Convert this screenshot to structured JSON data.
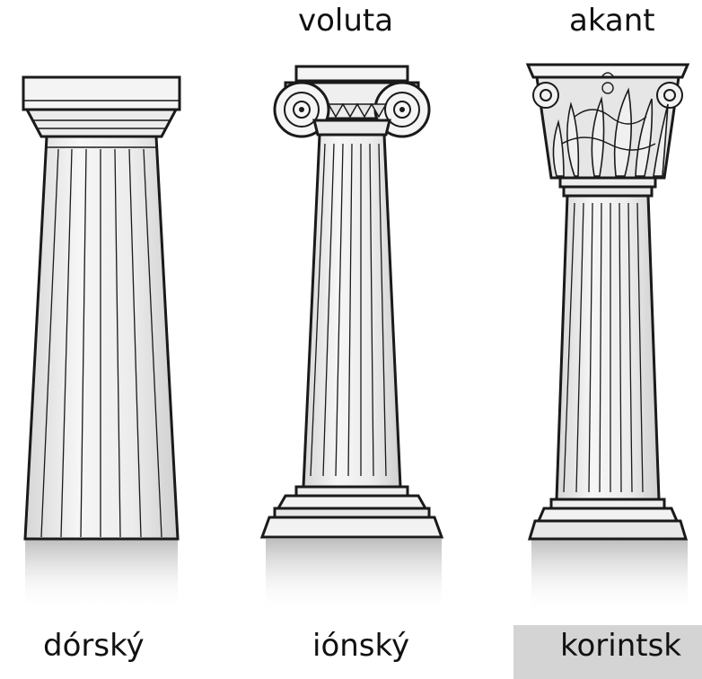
{
  "labels": {
    "top": {
      "voluta": "voluta",
      "akant": "akant"
    },
    "orders": {
      "doric": "dórský",
      "ionic": "iónský",
      "corinthian": "korintsk"
    }
  },
  "colors": {
    "stroke": "#1a1a1a",
    "shaft_light": "#f4f4f4",
    "shaft_shade": "#dcdcdc",
    "shadow": "#c8c8c8",
    "label_box": "#d4d4d4"
  },
  "icons": {
    "doric": "doric-column-icon",
    "ionic": "ionic-column-icon",
    "corinthian": "corinthian-column-icon"
  }
}
